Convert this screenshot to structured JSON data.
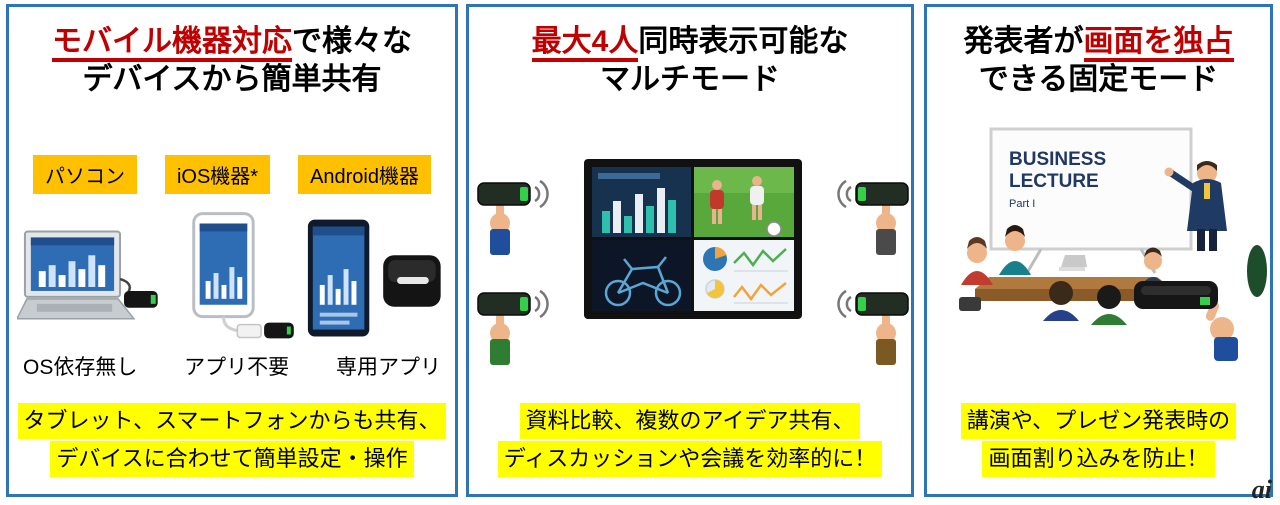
{
  "watermark": "ai",
  "colors": {
    "panel_border_blue": "#2E75B6",
    "highlight_yellow": "#FFFF00",
    "chip_orange": "#FFC000",
    "accent_red": "#C00000"
  },
  "panel1": {
    "title": {
      "red": "モバイル機器対応",
      "rest": "で様々な",
      "line2": "デバイスから簡単共有"
    },
    "device_labels": [
      "パソコン",
      "iOS機器*",
      "Android機器"
    ],
    "sub_labels": [
      "OS依存無し",
      "アプリ不要",
      "専用アプリ"
    ],
    "caption": [
      "タブレット、スマートフォンからも共有、",
      "デバイスに合わせて簡単設定・操作"
    ]
  },
  "panel2": {
    "title": {
      "red": "最大4人",
      "rest": "同時表示可能な",
      "line2": "マルチモード"
    },
    "caption": [
      "資料比較、複数のアイデア共有、",
      "ディスカッションや会議を効率的に！"
    ]
  },
  "panel3": {
    "title": {
      "pre": "発表者が",
      "red": "画面を独占",
      "line2": "できる固定モード"
    },
    "board": {
      "line1": "BUSINESS",
      "line2": "LECTURE",
      "line3": "Part I"
    },
    "caption": [
      "講演や、プレゼン発表時の",
      "画面割り込みを防止！"
    ]
  }
}
